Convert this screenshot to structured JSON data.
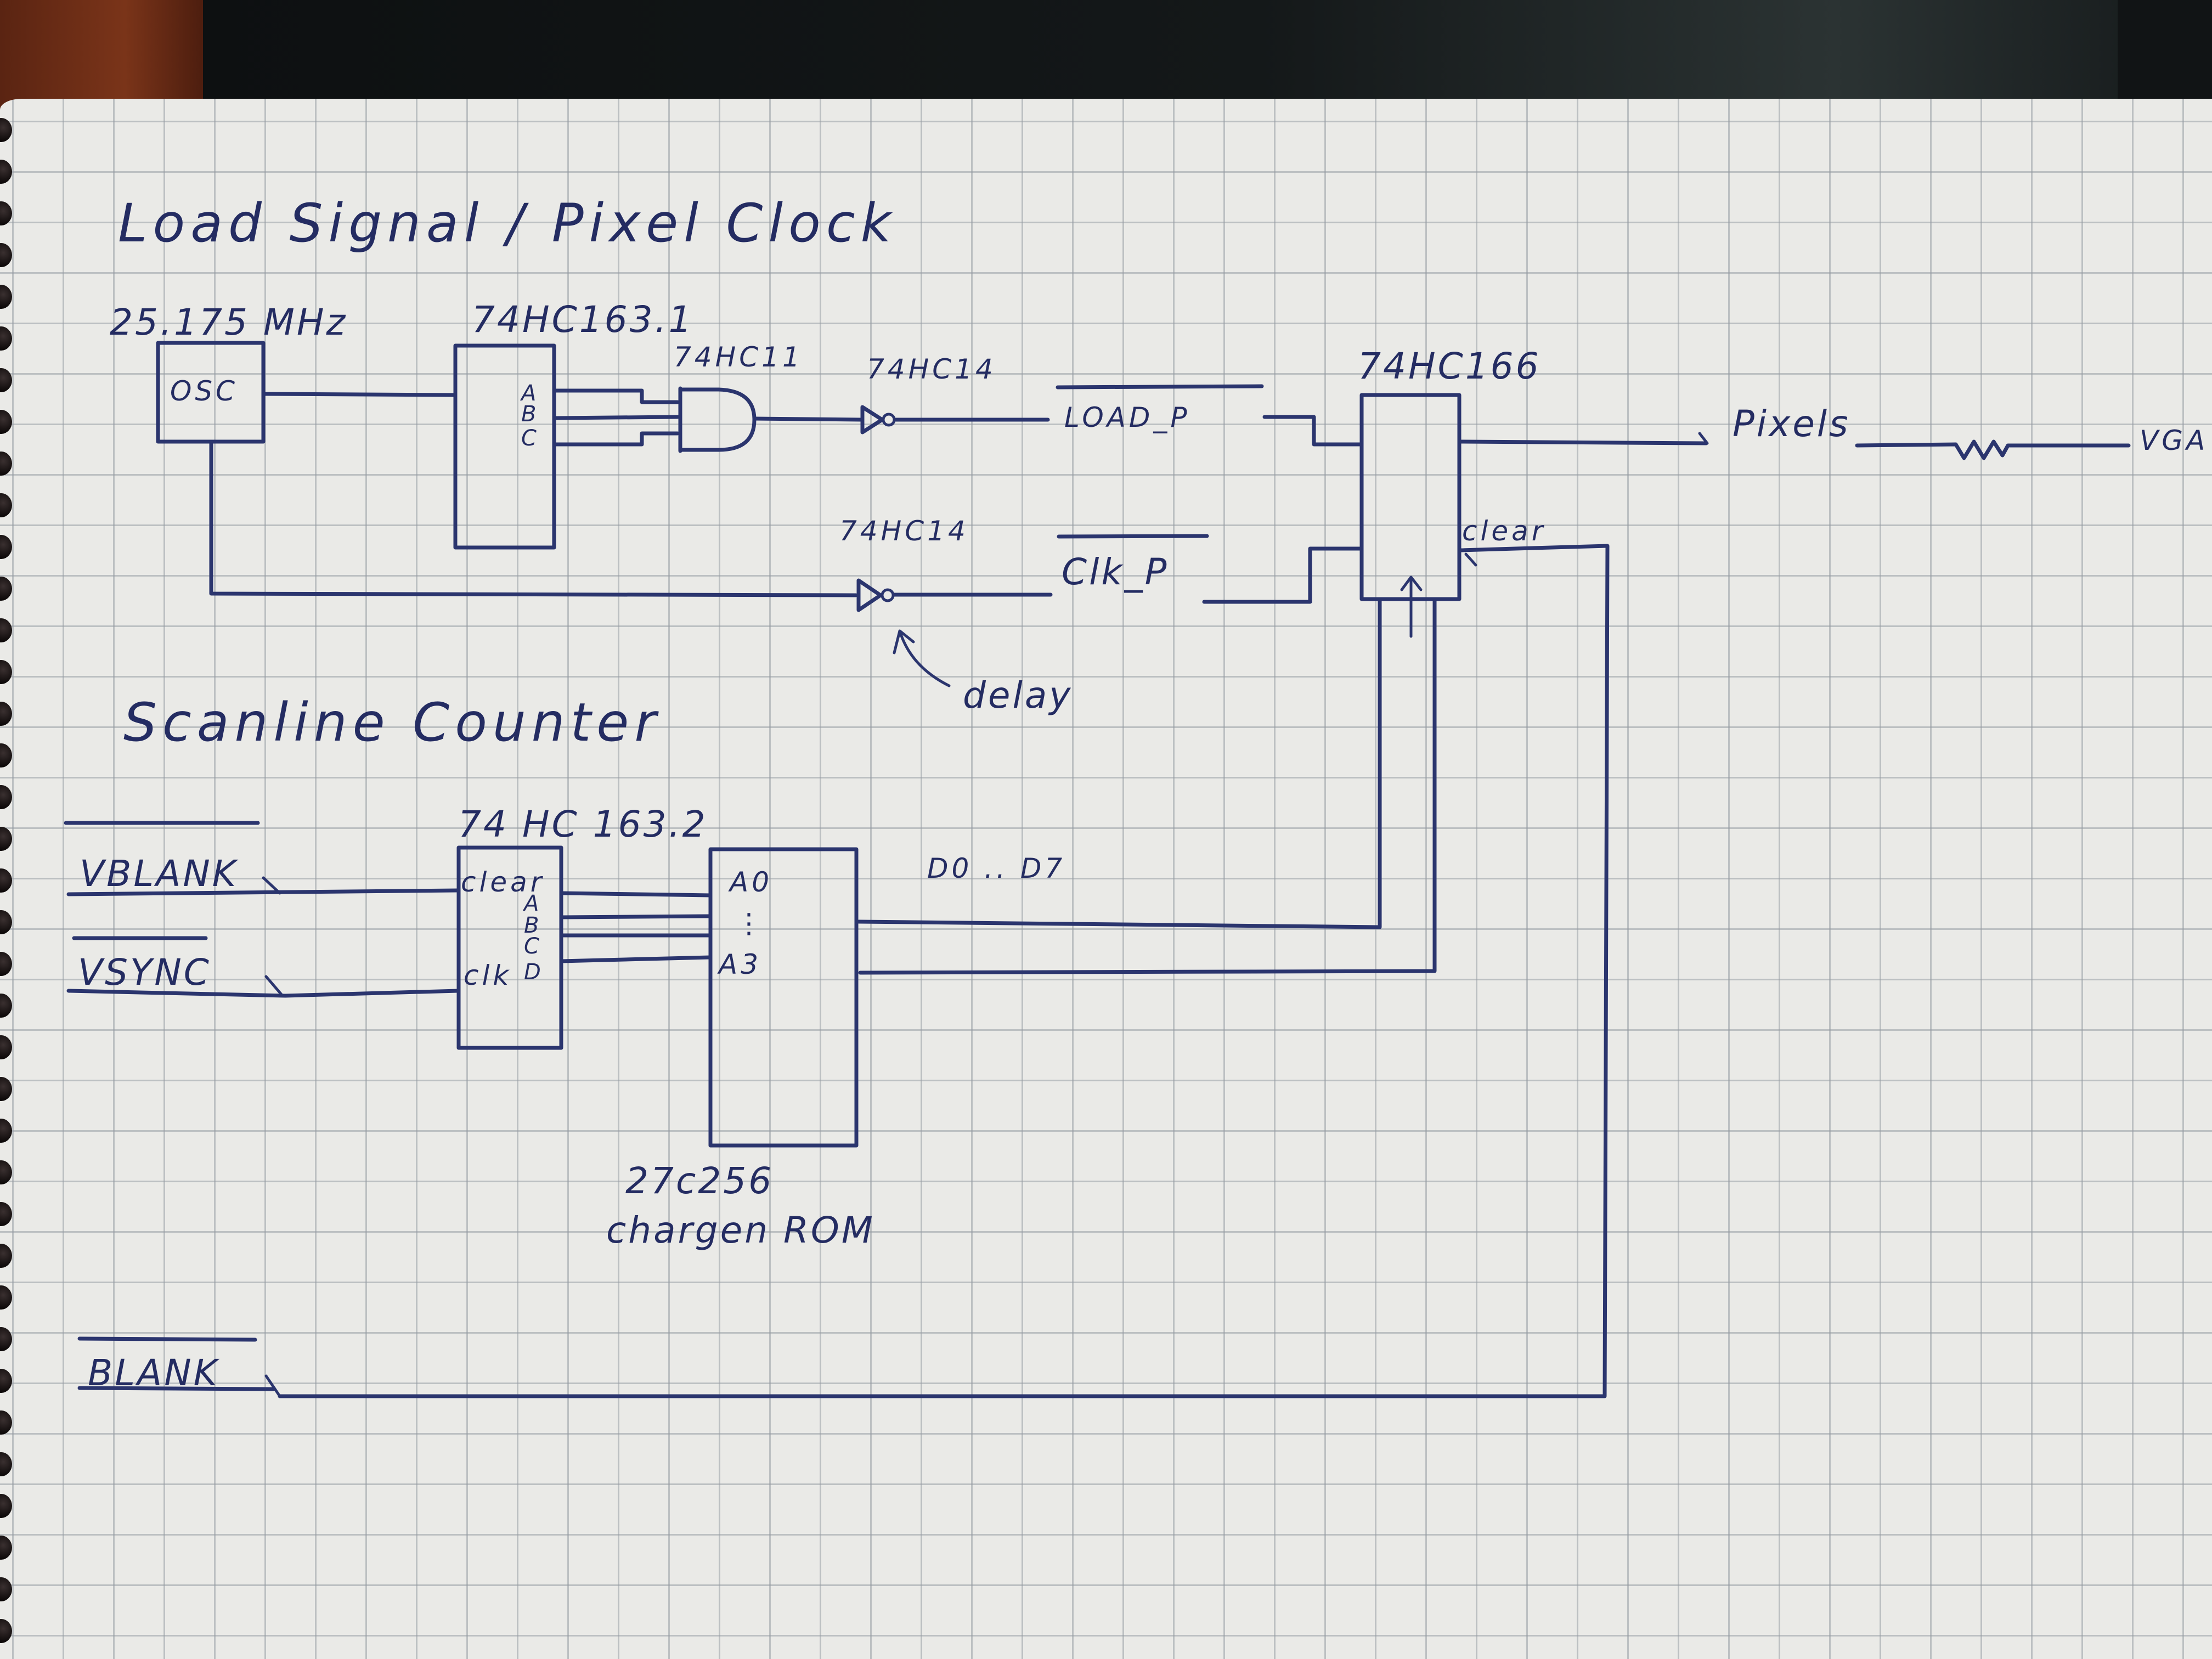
{
  "sections": {
    "load_signal_title": "Load Signal / Pixel Clock",
    "scanline_title": "Scanline Counter"
  },
  "components": {
    "oscillator": {
      "frequency": "25.175 MHz",
      "label": "OSC"
    },
    "counter1": {
      "part": "74HC163.1",
      "pins": [
        "A",
        "B",
        "C"
      ]
    },
    "and_gate": {
      "part": "74HC11"
    },
    "inverter_load": {
      "part": "74HC14"
    },
    "inverter_clk": {
      "part": "74HC14",
      "note": "delay"
    },
    "shift_register": {
      "part": "74HC166",
      "clear_pin": "clear"
    },
    "counter2": {
      "part": "74 HC 163.2",
      "pins": [
        "A",
        "B",
        "C",
        "D"
      ],
      "clear_pin": "clear",
      "clk_pin": "clk"
    },
    "rom": {
      "part": "27c256",
      "description": "chargen ROM",
      "address_start": "A0",
      "address_ellipsis": "⋮",
      "address_end": "A3",
      "data_bus": "D0 .. D7"
    },
    "resistor": {
      "symbol": "resistor"
    }
  },
  "signals": {
    "load_p": "LOAD_P",
    "clk_p": "Clk_P",
    "pixels": "Pixels",
    "vga": "VGA",
    "vblank": "VBLANK",
    "vsync": "VSYNC",
    "blank": "BLANK"
  },
  "colors": {
    "ink": "#2b356e",
    "paper": "#eaeae7",
    "grid": "#969ca4"
  }
}
